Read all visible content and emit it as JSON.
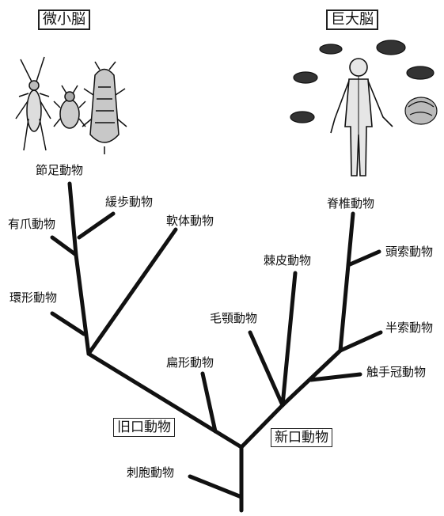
{
  "headings": {
    "micro_brain": "微小脳",
    "giant_brain": "巨大脳"
  },
  "nodes": {
    "arthropoda": "節足動物",
    "tardigrada": "緩歩動物",
    "onychophora": "有爪動物",
    "mollusca": "軟体動物",
    "annelida": "環形動物",
    "platyhelminthes": "扁形動物",
    "protostomia": "旧口動物",
    "cnidaria": "刺胞動物",
    "deuterostomia": "新口動物",
    "chaetognatha": "毛顎動物",
    "echinodermata": "棘皮動物",
    "vertebrata": "脊椎動物",
    "cephalochordata": "頭索動物",
    "hemichordata": "半索動物",
    "lophophorata": "触手冠動物"
  }
}
